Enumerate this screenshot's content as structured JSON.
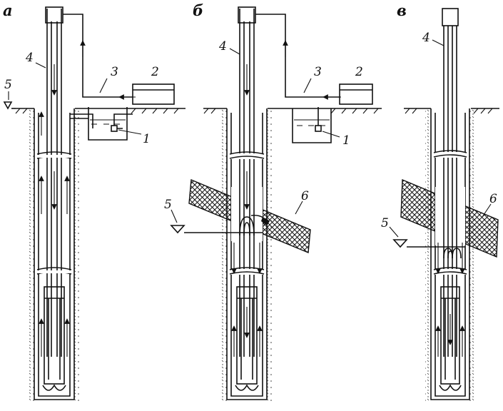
{
  "panels": [
    {
      "letter": "а",
      "labels": [
        "1",
        "2",
        "3",
        "4",
        "5"
      ]
    },
    {
      "letter": "б",
      "labels": [
        "1",
        "2",
        "3",
        "4",
        "5",
        "6"
      ]
    },
    {
      "letter": "в",
      "labels": [
        "4",
        "5",
        "6"
      ]
    }
  ],
  "colors": {
    "ink": "#111111",
    "background": "#ffffff"
  }
}
